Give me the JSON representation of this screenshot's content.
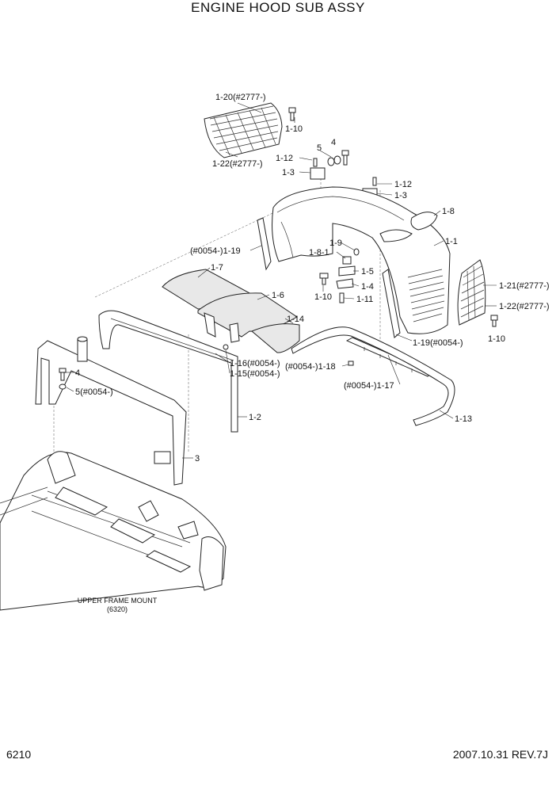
{
  "title": "ENGINE HOOD SUB ASSY",
  "footer": {
    "page": "6210",
    "date_rev": "2007.10.31  REV.7J"
  },
  "labels": {
    "l_1_20": "1-20(#2777-)",
    "l_1_10a": "1-10",
    "l_1_22a": "1-22(#2777-)",
    "l_5a": "5",
    "l_4a": "4",
    "l_1_12a": "1-12",
    "l_1_3a": "1-3",
    "l_1_12b": "1-12",
    "l_1_3b": "1-3",
    "l_1_8": "1-8",
    "l_1_1": "1-1",
    "l_1_19a": "(#0054-)1-19",
    "l_1_9": "1-9",
    "l_1_8_1": "1-8-1",
    "l_1_5": "1-5",
    "l_1_4": "1-4",
    "l_1_10b": "1-10",
    "l_1_11": "1-11",
    "l_1_7": "1-7",
    "l_1_6": "1-6",
    "l_1_14": "1-14",
    "l_1_21": "1-21(#2777-)",
    "l_1_22b": "1-22(#2777-)",
    "l_1_10c": "1-10",
    "l_1_19b": "1-19(#0054-)",
    "l_1_16": "1-16(#0054-)",
    "l_1_15": "1-15(#0054-)",
    "l_1_18": "(#0054-)1-18",
    "l_1_17": "(#0054-)1-17",
    "l_4b": "4",
    "l_5b": "5(#0054-)",
    "l_1_2": "1-2",
    "l_1_13": "1-13",
    "l_3": "3",
    "l_upper_1": "UPPER FRAME MOUNT",
    "l_upper_2": "(6320)"
  }
}
